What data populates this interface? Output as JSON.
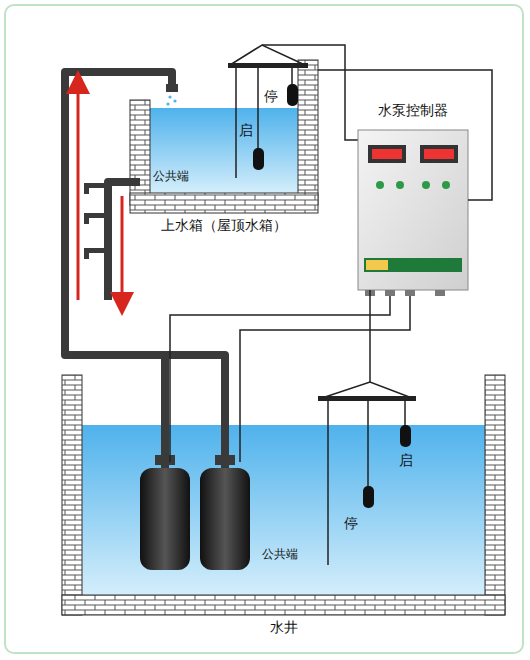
{
  "diagram": {
    "nodes": [
      {
        "text": [
          "上水箱（屋顶水箱）"
        ]
      },
      {
        "text": [
          "水泵控制器"
        ]
      },
      {
        "text": [
          "水井"
        ]
      }
    ],
    "edges": [
      {
        "from": 1,
        "to": 0,
        "arrow": "none"
      },
      {
        "from": 1,
        "to": 2,
        "arrow": "none"
      }
    ],
    "labels": [
      "停",
      "启",
      "公共端",
      "启",
      "停",
      "公共端"
    ]
  }
}
